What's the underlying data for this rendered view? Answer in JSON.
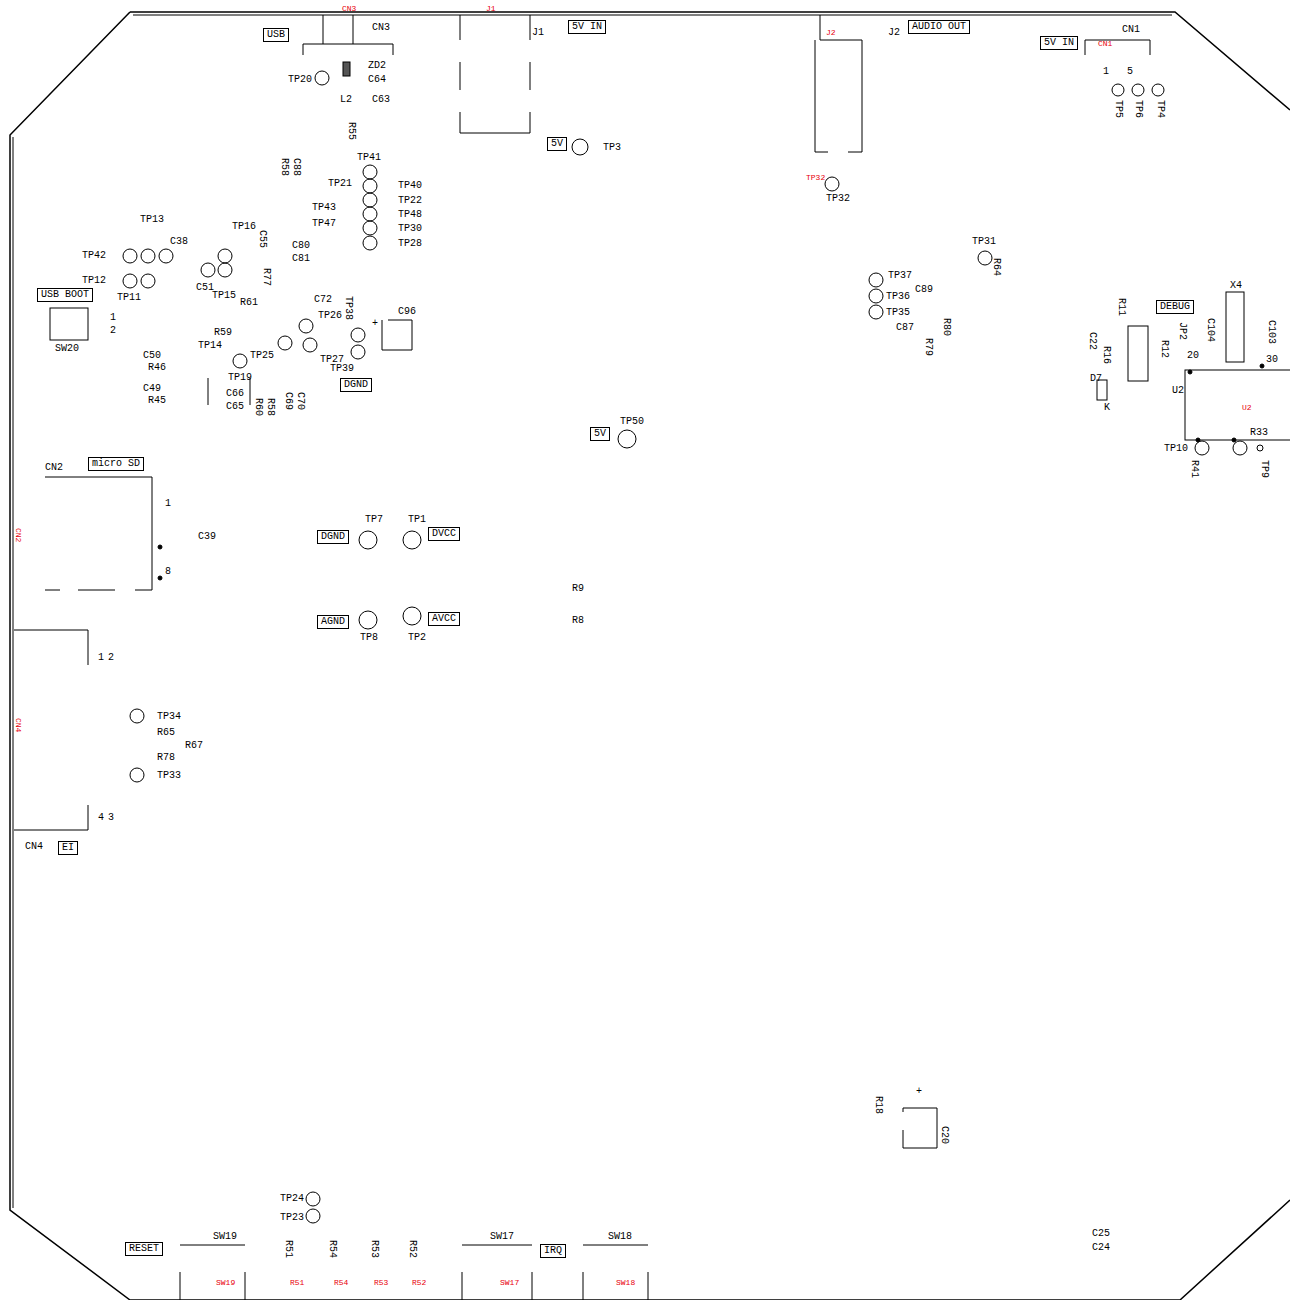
{
  "diagram": {
    "nodes": [
      {
        "text": [
          "USB"
        ]
      },
      {
        "text": [
          "5V IN"
        ]
      },
      {
        "text": [
          "AUDIO OUT"
        ]
      },
      {
        "text": [
          "5V IN"
        ]
      },
      {
        "text": [
          "5V"
        ]
      },
      {
        "text": [
          "USB BOOT"
        ]
      },
      {
        "text": [
          "DGND"
        ]
      },
      {
        "text": [
          "DEBUG"
        ]
      },
      {
        "text": [
          "5V"
        ]
      },
      {
        "text": [
          "micro SD"
        ]
      },
      {
        "text": [
          "DGND"
        ]
      },
      {
        "text": [
          "DVCC"
        ]
      },
      {
        "text": [
          "AGND"
        ]
      },
      {
        "text": [
          "AVCC"
        ]
      },
      {
        "text": [
          "EI"
        ]
      },
      {
        "text": [
          "RESET"
        ]
      },
      {
        "text": [
          "IRQ"
        ]
      }
    ],
    "labels": [
      "CN3",
      "CN3",
      "J1",
      "J1",
      "J2",
      "J2",
      "CN1",
      "CN1",
      "ZD2",
      "C64",
      "L2",
      "C63",
      "TP20",
      "R55",
      "TP3",
      "TP32",
      "TP32",
      "1",
      "5",
      "TP5",
      "TP6",
      "TP4",
      "TP41",
      "TP21",
      "TP40",
      "TP22",
      "TP43",
      "TP48",
      "TP47",
      "TP30",
      "TP28",
      "C88",
      "R58",
      "C80",
      "C81",
      "TP31",
      "R64",
      "TP37",
      "C89",
      "TP36",
      "TP35",
      "C87",
      "R80",
      "R79",
      "X4",
      "C104",
      "C103",
      "R11",
      "JP2",
      "C22",
      "R16",
      "D7",
      "K",
      "R12",
      "20",
      "30",
      "U2",
      "U2",
      "TP10",
      "R41",
      "R33",
      "TP9",
      "TP13",
      "C38",
      "TP42",
      "TP12",
      "TP11",
      "TP16",
      "C55",
      "C51",
      "R77",
      "TP15",
      "R61",
      "C72",
      "TP38",
      "TP26",
      "C96",
      "+",
      "R59",
      "TP25",
      "TP14",
      "C50",
      "TP27",
      "TP39",
      "R46",
      "TP19",
      "C49",
      "C66",
      "R45",
      "C65",
      "R60",
      "R58",
      "C69",
      "C70",
      "SW20",
      "1",
      "2",
      "TP50",
      "CN2",
      "1",
      "C39",
      "8",
      "CN2",
      "TP7",
      "TP1",
      "TP8",
      "TP2",
      "R9",
      "R8",
      "2",
      "1",
      "CN4",
      "TP34",
      "R65",
      "R67",
      "R78",
      "TP33",
      "4",
      "3",
      "CN4",
      "R18",
      "+",
      "C20",
      "TP24",
      "TP23",
      "SW19",
      "R51",
      "R54",
      "R53",
      "R52",
      "SW17",
      "SW18",
      "SW19",
      "R51",
      "R54",
      "R53",
      "R52",
      "SW17",
      "SW18",
      "C25",
      "C24"
    ]
  }
}
